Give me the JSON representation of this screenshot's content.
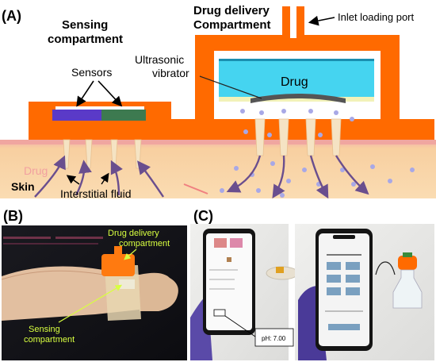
{
  "panel_a": {
    "letter": "(A)",
    "sensing_line1": "Sensing",
    "sensing_line2": "compartment",
    "drug_line1": "Drug delivery",
    "drug_line2": "Compartment",
    "inlet": "Inlet loading port",
    "sensors": "Sensors",
    "ultra_line1": "Ultrasonic",
    "ultra_line2": "vibrator",
    "drug": "Drug",
    "drug_small": "Drug",
    "skin": "Skin",
    "interstitial": "Interstitial fluid"
  },
  "panel_b": {
    "letter": "(B)",
    "drug_line1": "Drug delivery",
    "drug_line2": "compartment",
    "sensing_line1": "Sensing",
    "sensing_line2": "compartment"
  },
  "panel_c": {
    "letter": "(C)",
    "ph_label": "pH: 7.00"
  },
  "colors": {
    "housing": "#ff6a00",
    "skin": "#f8d0a0",
    "skin_top": "#f0a0a0",
    "drug_fluid": "#45d4f0",
    "needle": "#f5e3c3",
    "arrow": "#7a5a9a",
    "dots": "#a8a8e6",
    "label_green": "#d8ff40"
  }
}
